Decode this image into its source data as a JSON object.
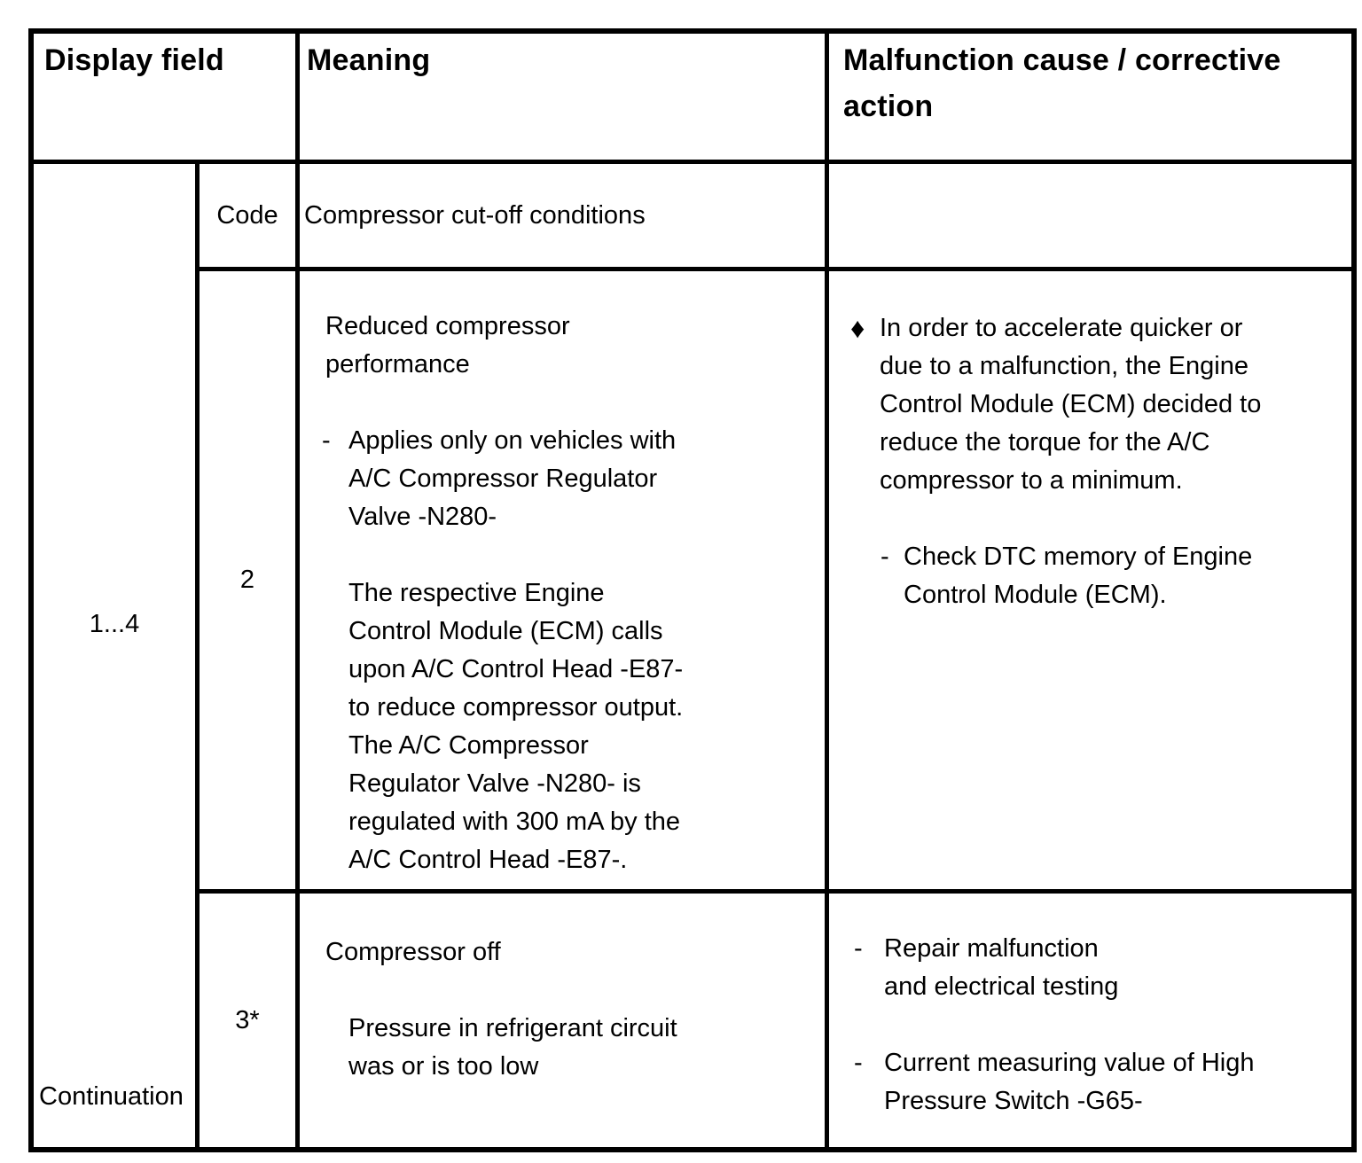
{
  "colors": {
    "border": "#000000",
    "background": "#ffffff",
    "text": "#000000"
  },
  "markers": {
    "dash": "-",
    "diamond": "♦"
  },
  "header": {
    "display_field": "Display field",
    "meaning": "Meaning",
    "malfunction_lines": [
      "Malfunction cause / corrective",
      "action"
    ]
  },
  "display_column": {
    "range": "1...4",
    "continuation": "Continuation"
  },
  "code_row": {
    "label": "Code",
    "meaning": "Compressor cut-off conditions",
    "cause": ""
  },
  "rows": [
    {
      "code": "2",
      "meaning_blocks": [
        {
          "marker": "none",
          "indent": 0,
          "lines": [
            "Reduced compressor",
            "performance"
          ]
        },
        {
          "marker": "dash",
          "indent": 0,
          "lines": [
            "Applies only on vehicles with",
            "A/C Compressor Regulator",
            "Valve -N280-"
          ]
        },
        {
          "marker": "none",
          "indent": 1,
          "lines": [
            "The respective Engine",
            "Control Module (ECM) calls",
            "upon A/C Control Head -E87-",
            "to reduce compressor output.",
            "The A/C Compressor",
            "Regulator Valve -N280- is",
            "regulated with 300 mA by the",
            "A/C Control Head -E87-."
          ]
        }
      ],
      "cause_blocks": [
        {
          "marker": "diamond",
          "indent": 0,
          "lines": [
            "In order to accelerate quicker or",
            "due to a malfunction, the Engine",
            "Control Module (ECM) decided to",
            "reduce the torque for the A/C",
            "compressor to a minimum."
          ]
        },
        {
          "marker": "dash",
          "indent": 1,
          "lines": [
            "Check DTC memory of Engine",
            "Control Module (ECM)."
          ]
        }
      ]
    },
    {
      "code": "3*",
      "meaning_blocks": [
        {
          "marker": "none",
          "indent": 0,
          "lines": [
            "Compressor off"
          ]
        },
        {
          "marker": "none",
          "indent": 1,
          "lines": [
            "Pressure in refrigerant circuit",
            "was or is too low"
          ]
        }
      ],
      "cause_blocks": [
        {
          "marker": "dash",
          "indent": 0,
          "lines": [
            "Repair malfunction",
            "and electrical testing"
          ]
        },
        {
          "marker": "dash",
          "indent": 0,
          "lines": [
            "Current measuring value of High",
            "Pressure Switch -G65-"
          ]
        }
      ]
    }
  ]
}
